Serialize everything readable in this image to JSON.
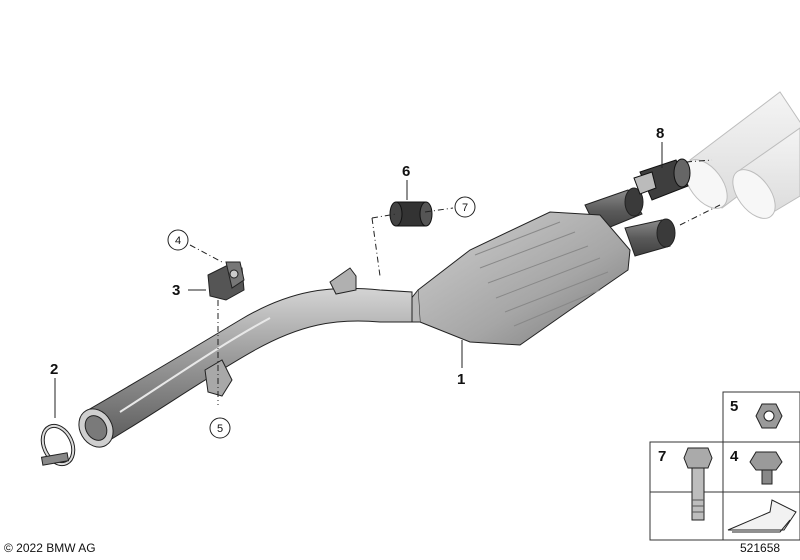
{
  "callouts": {
    "c1": "1",
    "c2": "2",
    "c3": "3",
    "c4": "4",
    "c5": "5",
    "c6": "6",
    "c7": "7",
    "c8": "8"
  },
  "legend": {
    "nut": "5",
    "bolt": "4",
    "screw": "7"
  },
  "footer": {
    "copyright": "© 2022 BMW AG",
    "diagram_id": "521658"
  },
  "colors": {
    "line": "#222222",
    "metal_light": "#c8c8c8",
    "metal_mid": "#9a9a9a",
    "metal_dark": "#6a6a6a",
    "ghost_pipe": "#ececec"
  },
  "icons": [
    "band-clamp",
    "bracket",
    "rubber-mount",
    "nut",
    "bolt",
    "screw",
    "connecting-sleeve",
    "direction-arrow"
  ]
}
